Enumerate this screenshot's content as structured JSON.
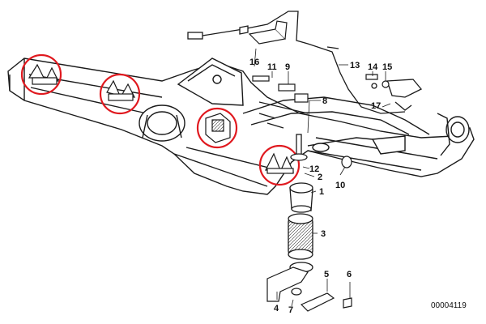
{
  "diagram": {
    "callouts": [
      {
        "id": "1",
        "label": "1"
      },
      {
        "id": "2",
        "label": "2"
      },
      {
        "id": "3",
        "label": "3"
      },
      {
        "id": "4",
        "label": "4"
      },
      {
        "id": "5",
        "label": "5"
      },
      {
        "id": "6",
        "label": "6"
      },
      {
        "id": "7",
        "label": "7"
      },
      {
        "id": "8",
        "label": "8"
      },
      {
        "id": "9",
        "label": "9"
      },
      {
        "id": "10",
        "label": "10"
      },
      {
        "id": "11",
        "label": "11"
      },
      {
        "id": "12",
        "label": "12"
      },
      {
        "id": "13",
        "label": "13"
      },
      {
        "id": "14",
        "label": "14"
      },
      {
        "id": "15",
        "label": "15"
      },
      {
        "id": "16",
        "label": "16"
      },
      {
        "id": "17",
        "label": "17"
      }
    ],
    "document_number": "00004119",
    "highlight_color": "#e0191f",
    "line_color": "#1a1a1a",
    "highlight_count": 4
  }
}
